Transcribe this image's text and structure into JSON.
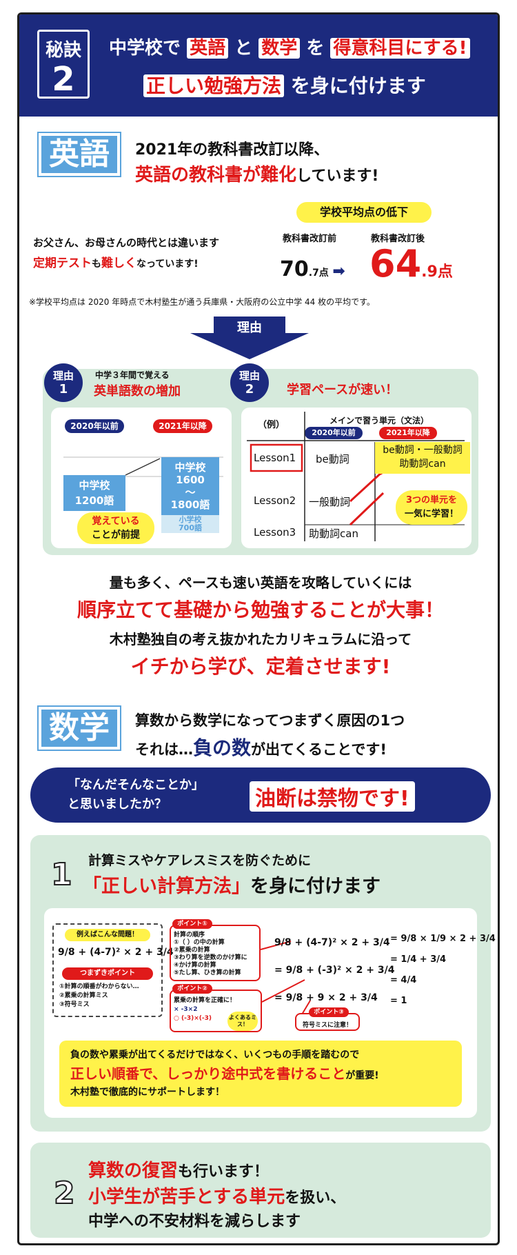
{
  "header": {
    "badge_label": "秘訣",
    "badge_number": "2",
    "line1_pre": "中学校で",
    "line1_h1": "英語",
    "line1_mid1": "と",
    "line1_h2": "数学",
    "line1_mid2": "を",
    "line1_h3": "得意科目にする!",
    "line2_h": "正しい勉強方法",
    "line2_post": "を身に付けます"
  },
  "english": {
    "tag": "英語",
    "intro1": "2021年の教科書改訂以降、",
    "intro2_red": "英語の教科書が難化",
    "intro2_post": "しています!",
    "score_label": "学校平均点の低下",
    "before_label": "教科書改訂前",
    "after_label": "教科書改訂後",
    "before_big": "70",
    "before_small": ".7点",
    "arrow": "➡",
    "after_big": "64",
    "after_small": ".9点",
    "parents1": "お父さん、お母さんの時代とは違います",
    "parents2_red1": "定期テスト",
    "parents2_mid": "も",
    "parents2_red2": "難しく",
    "parents2_post": "なっています!",
    "footnote": "※学校平均点は 2020 年時点で木村塾生が通う兵庫県・大阪府の公立中学 44 枚の平均です。",
    "reason_label": "理由"
  },
  "reasons": {
    "r1_badge1": "理由",
    "r1_badge2": "1",
    "r1_title_small": "中学３年間で覚える",
    "r1_title": "英単語数の増加",
    "r1_before_pill": "2020年以前",
    "r1_after_pill": "2021年以降",
    "r1_bar1_l1": "中学校",
    "r1_bar1_l2": "1200語",
    "r1_bar2_l1": "中学校",
    "r1_bar2_l2": "1600",
    "r1_bar2_l3": "〜",
    "r1_bar2_l4": "1800語",
    "r1_elem_l1": "小学校",
    "r1_elem_l2": "700語",
    "r1_bubble1": "覚えている",
    "r1_bubble2": "ことが前提",
    "r2_badge1": "理由",
    "r2_badge2": "2",
    "r2_title": "学習ペースが速い！",
    "r2_example": "（例）",
    "r2_head": "メインで習う単元（文法）",
    "r2_before_pill": "2020年以前",
    "r2_after_pill": "2021年以降",
    "rows": [
      {
        "lesson": "Lesson1",
        "old": "be動詞"
      },
      {
        "lesson": "Lesson2",
        "old": "一般動詞"
      },
      {
        "lesson": "Lesson3",
        "old": "助動詞can"
      }
    ],
    "new1": "be動詞・一般動詞",
    "new2": "助動詞can",
    "bubble1": "3つの単元を",
    "bubble2": "一気に学習！"
  },
  "english_summary": {
    "s1": "量も多く、ペースも速い英語を攻略していくには",
    "s2": "順序立てて基礎から勉強することが大事！",
    "s3": "木村塾独自の考え抜かれたカリキュラムに沿って",
    "s4": "イチから学び、定着させます!"
  },
  "math": {
    "tag": "数学",
    "intro1": "算数から数学になってつまずく原因の1つ",
    "intro2_pre": "それは…",
    "intro2_blue": "負の数",
    "intro2_post": "が出てくることです!",
    "band_l1": "「なんだそんなことか」",
    "band_l2": "と思いましたか？",
    "band_red": "油断は禁物です!",
    "p1_number": "1",
    "p1_line1": "計算ミスやケアレスミスを防ぐために",
    "p1_line2_red": "「正しい計算方法」",
    "p1_line2_post": "を身に付けます",
    "ex_label": "例えばこんな問題！",
    "ex_problem": "9/8 + (4-7)² × 2 + 3/4",
    "trip_label": "つまずきポイント",
    "trip_items": [
      "①計算の順番がわからない…",
      "②累乗の計算ミス",
      "③符号ミス"
    ],
    "pt1_label": "ポイント①",
    "pt1_title": "計算の順序",
    "pt1_items": [
      "①（ ）の中の計算",
      "②累乗の計算",
      "③わり算を逆数のかけ算に",
      "④かけ算の計算",
      "⑤たし算、ひき算の計算"
    ],
    "pt2_label": "ポイント②",
    "pt2_title": "累乗の計算を正確に！",
    "pt2_wrong": "× -3×2",
    "pt2_right": "○ (-3)×(-3)",
    "pt2_bubble": "よくあるミス！",
    "pt3_label": "ポイント③",
    "pt3_title": "符号ミスに注意！",
    "steps_left": [
      "9/8 + (4-7)² × 2 + 3/4",
      "= 9/8 + (-3)² × 2 + 3/4",
      "= 9/8 + 9 × 2 + 3/4"
    ],
    "steps_right": [
      "= 9/8 × 1/9 × 2 + 3/4",
      "= 1/4 + 3/4",
      "= 4/4",
      "= 1"
    ],
    "yellow_l1": "負の数や累乗が出てくるだけではなく、いくつもの手順を踏むので",
    "yellow_l2_red": "正しい順番で、しっかり途中式を書けること",
    "yellow_l2_post": "が重要!",
    "yellow_l3": "木村塾で徹底的にサポートします！",
    "p2_number": "2",
    "p2_l1_red": "算数の復習",
    "p2_l1_post": "も行います！",
    "p2_l2_red": "小学生が苦手とする単元",
    "p2_l2_post": "を扱い、",
    "p2_l3": "中学への不安材料を減らします"
  }
}
